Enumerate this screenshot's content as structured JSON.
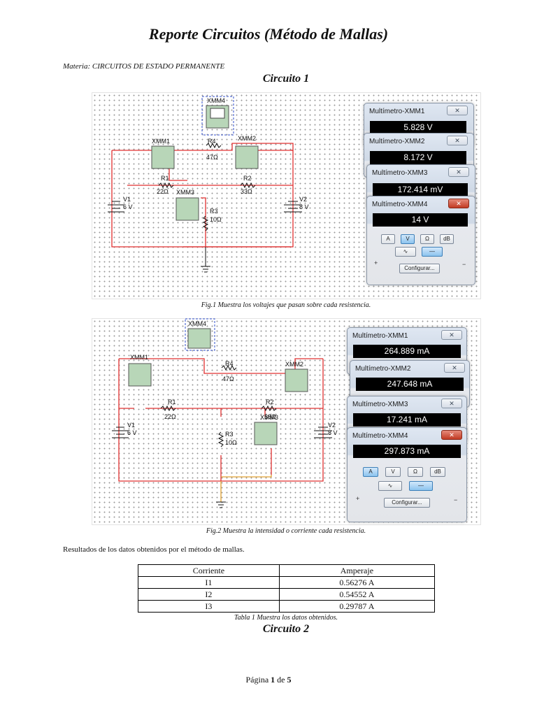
{
  "page": {
    "title": "Reporte Circuitos (Método de Mallas)",
    "subject": "Materia: CIRCUITOS DE ESTADO PERMANENTE",
    "section1": "Circuito 1",
    "section2": "Circuito 2",
    "fig1_caption": "Fig.1 Muestra los voltajes que pasan sobre cada resistencia.",
    "fig2_caption": "Fig.2 Muestra la intensidad o corriente cada resistencia.",
    "results_text": "Resultados de los datos obtenidos por el método de mallas.",
    "table_caption": "Tabla 1 Muestra los datos obtenidos.",
    "footer": {
      "prefix": "Página",
      "current": "1",
      "sep": "de",
      "total": "5"
    }
  },
  "circuit": {
    "xmm1": "XMM1",
    "xmm2": "XMM2",
    "xmm3": "XMM3",
    "xmm4": "XMM4",
    "r1": "R1",
    "r1_val": "22Ω",
    "r2": "R2",
    "r2_val": "33Ω",
    "r3": "R3",
    "r3_val": "10Ω",
    "r4": "R4",
    "r4_val": "47Ω",
    "v1": "V1",
    "v1_val": "6 V",
    "v2": "V2",
    "v2_val": "8 V"
  },
  "fig1_meters": [
    {
      "title": "Multímetro-XMM1",
      "reading": "5.828 V"
    },
    {
      "title": "Multímetro-XMM2",
      "reading": "8.172 V"
    },
    {
      "title": "Multímetro-XMM3",
      "reading": "172.414 mV"
    },
    {
      "title": "Multímetro-XMM4",
      "reading": "14 V"
    }
  ],
  "fig2_meters": [
    {
      "title": "Multímetro-XMM1",
      "reading": "264.889 mA"
    },
    {
      "title": "Multímetro-XMM2",
      "reading": "247.648 mA"
    },
    {
      "title": "Multímetro-XMM3",
      "reading": "17.241 mA"
    },
    {
      "title": "Multímetro-XMM4",
      "reading": "297.873 mA"
    }
  ],
  "meter_controls": {
    "btn_a": "A",
    "btn_v": "V",
    "btn_ohm": "Ω",
    "btn_db": "dB",
    "configure": "Configurar...",
    "plus": "+",
    "minus": "−",
    "fig1_active": "V",
    "fig2_active": "A"
  },
  "table": {
    "headers": [
      "Corriente",
      "Amperaje"
    ],
    "rows": [
      [
        "I1",
        "0.56276 A"
      ],
      [
        "I2",
        "0.54552 A"
      ],
      [
        "I3",
        "0.29787 A"
      ]
    ]
  }
}
